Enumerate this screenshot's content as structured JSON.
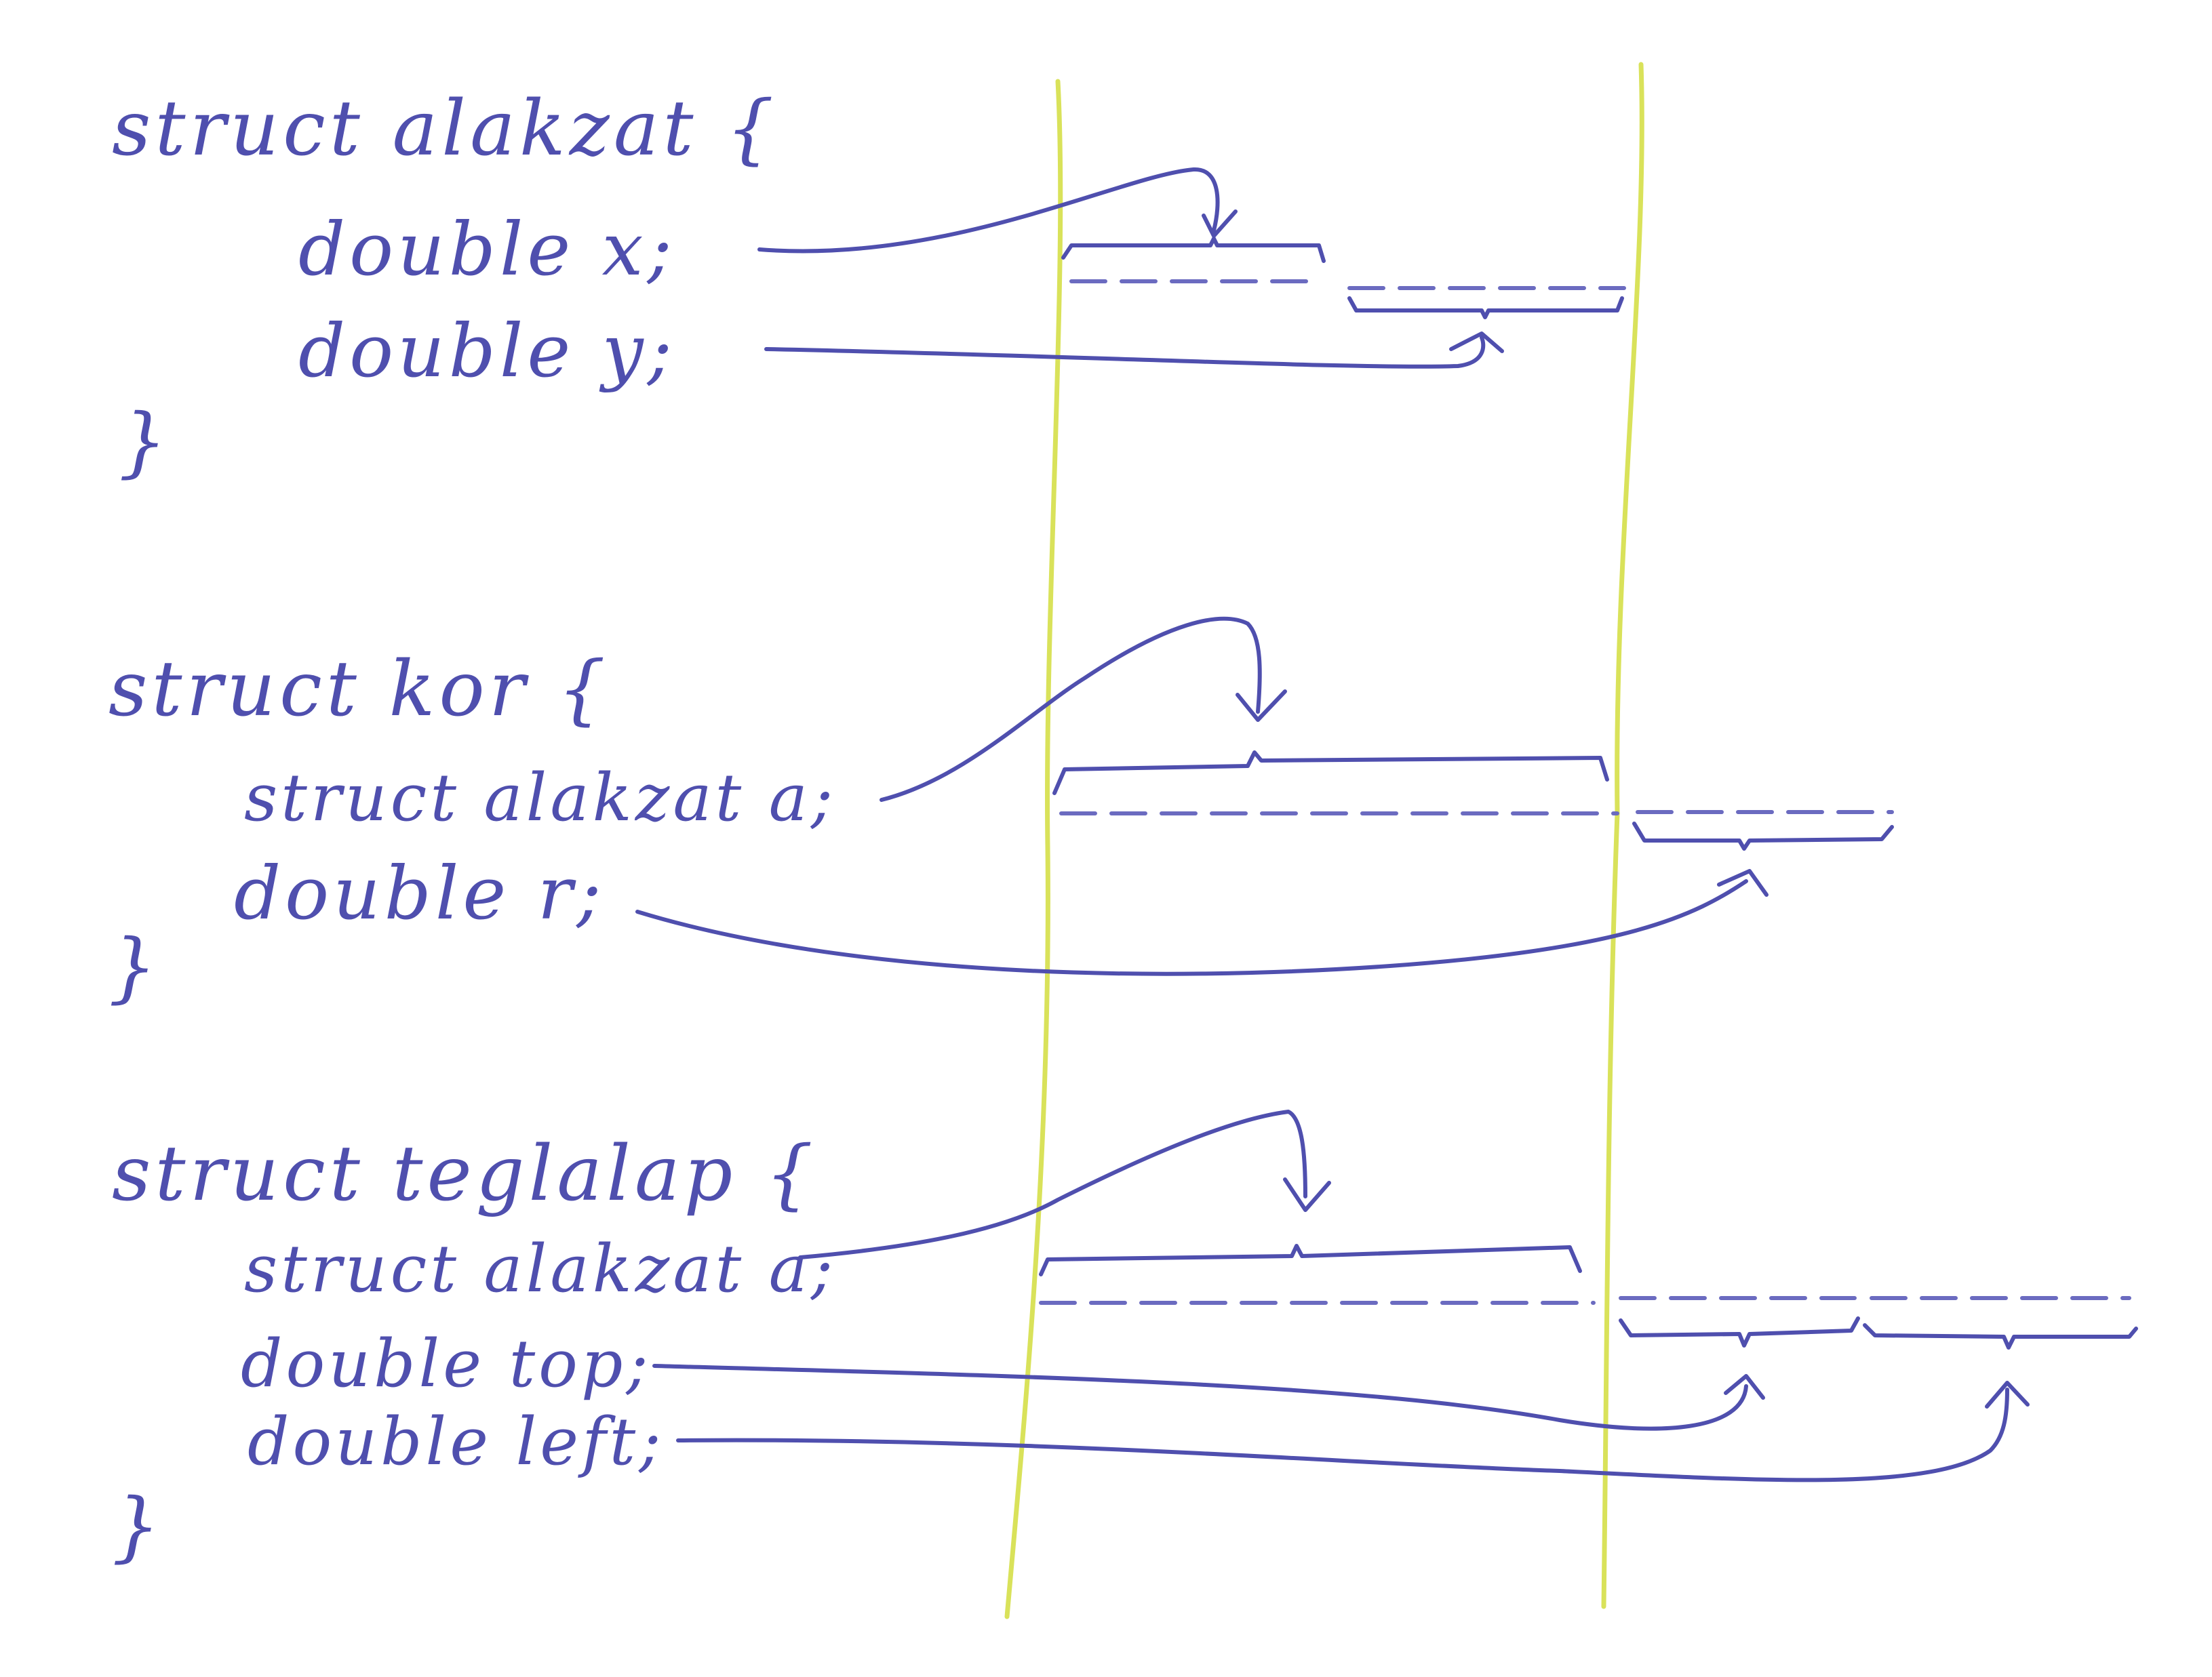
{
  "colors": {
    "ink": "#4f4fae",
    "guide": "#d9e25a",
    "paper": "#ffffff"
  },
  "structs": [
    {
      "header": "struct alakzat {",
      "members": [
        "double x;",
        "double y;"
      ],
      "close": "}"
    },
    {
      "header": "struct kor {",
      "members": [
        "struct alakzat a;",
        "double r;"
      ],
      "close": "}"
    },
    {
      "header": "struct teglalap {",
      "members": [
        "struct alakzat a;",
        "double top;",
        "double left;"
      ],
      "close": "}"
    }
  ]
}
